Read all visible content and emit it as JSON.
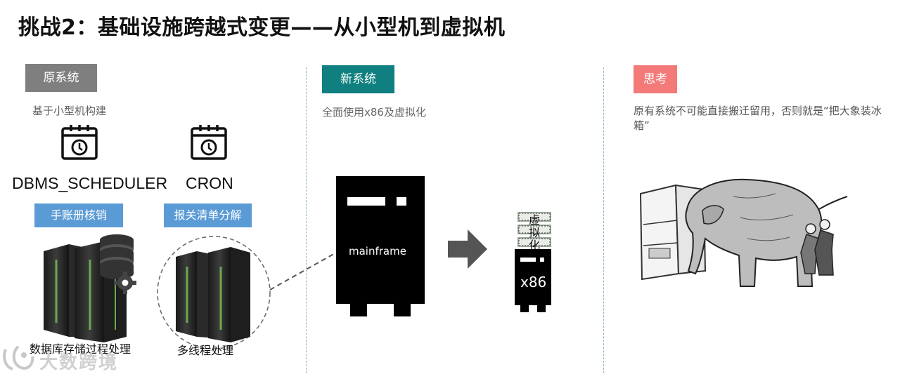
{
  "title": "挑战2：基础设施跨越式变更——从小型机到虚拟机",
  "original": {
    "tag": "原系统",
    "subtitle": "基于小型机构建",
    "scheduler1": "DBMS_SCHEDULER",
    "scheduler2": "CRON",
    "tag_manual": "手账册核销",
    "tag_report": "报关清单分解",
    "caption_db": "数据库存储过程处理",
    "caption_thread": "多线程处理"
  },
  "new_system": {
    "tag": "新系统",
    "subtitle": "全面使用x86及虚拟化",
    "mainframe_label": "mainframe",
    "virt_chars": [
      "虚",
      "拟",
      "化"
    ],
    "x86_label": "x86"
  },
  "thinking": {
    "tag": "思考",
    "text": "原有系统不可能直接搬迁留用，否则就是“把大象装冰箱”"
  },
  "watermark": "大数跨境",
  "colors": {
    "tag_original": "#7f7f7f",
    "tag_new": "#0f7f7f",
    "tag_thinking": "#f47a7a",
    "blue_tag": "#5b9bd5"
  }
}
